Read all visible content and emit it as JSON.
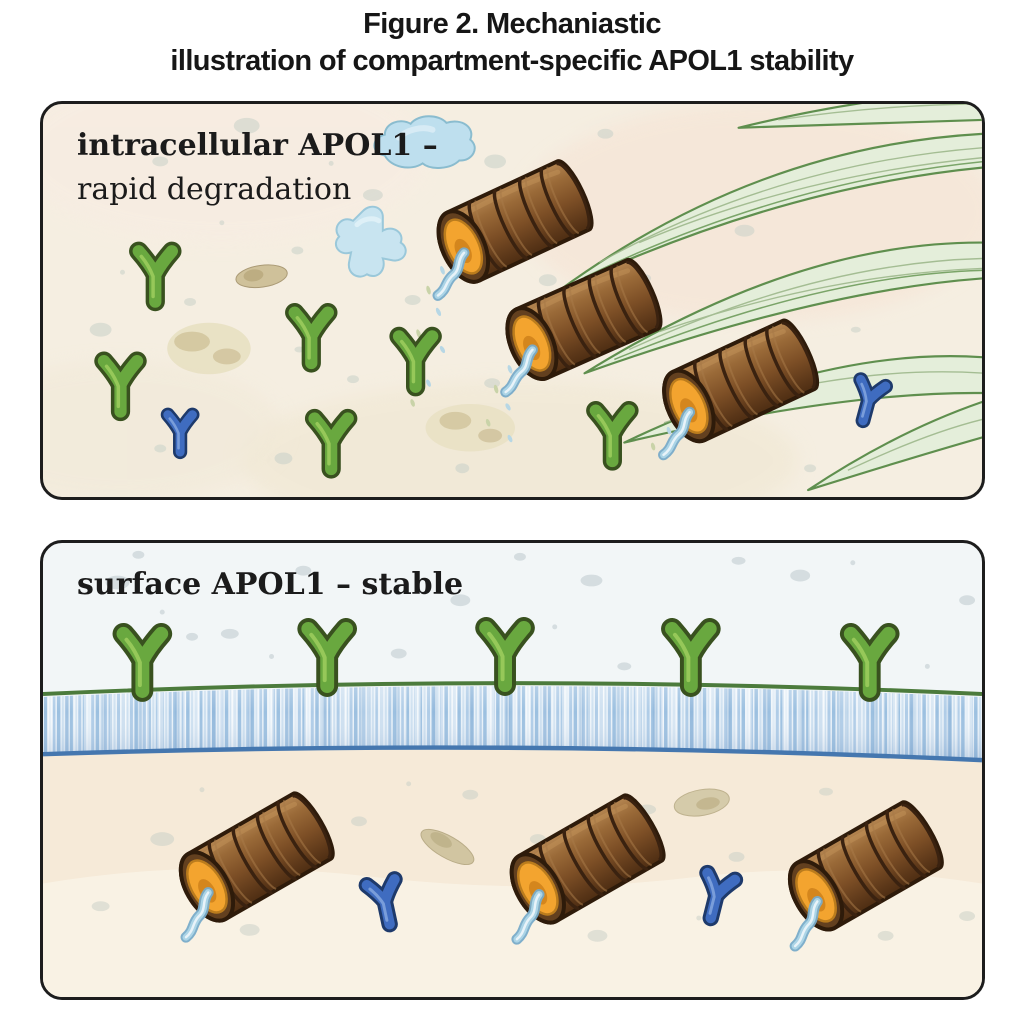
{
  "figure_title": {
    "line1": "Figure 2. Mechaniastic",
    "line2": "illustration of compartment-specific APOL1 stability"
  },
  "panel_intracellular": {
    "label_bold": "intracellular APOL1 –",
    "label_rest": "rapid degradation",
    "green_apol1_count": 6,
    "blue_apol1_count": 2,
    "proteasome_count": 3,
    "chaperone_blob_count": 2,
    "has_cytoskeleton_fibers": true,
    "shows_degradation_debris": true
  },
  "panel_surface": {
    "label": "surface APOL1 – stable",
    "membrane_green_apol1_count": 5,
    "blue_apol1_count": 2,
    "proteasome_count": 3,
    "has_plasma_membrane": true
  },
  "colors": {
    "apol1_green": "#69a83f",
    "apol1_green_outline": "#39511f",
    "apol1_blue": "#3f6cc0",
    "apol1_blue_outline": "#1e3a6b",
    "proteasome_brown": "#7d4f26",
    "proteasome_mouth_orange": "#f3a42f",
    "peptide_ribbon_blue": "#abd4e6",
    "membrane_stripe_blue": "#9cc0e0",
    "membrane_top_line_green": "#4c7b3c",
    "membrane_bottom_line_blue": "#4577af",
    "fiber_green": "#5f8f4e",
    "panel_cream": "#f5eee1",
    "extracellular_bg": "#f2f6f7",
    "intracellular_bg": "#f6ead8",
    "border_dark": "#1d1d1d"
  }
}
